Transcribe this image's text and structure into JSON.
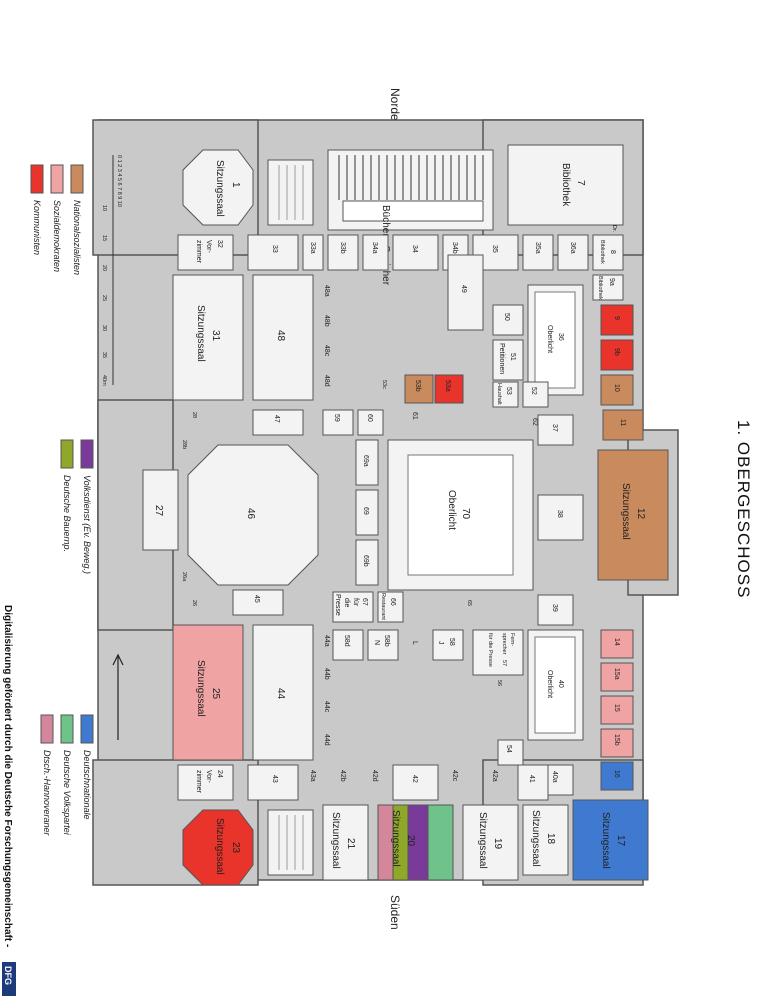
{
  "title": "1. OBERGESCHOSS",
  "compass": {
    "north": "Norden",
    "south": "Süden"
  },
  "credit": "Digitalisierung gefördert durch die Deutsche Forschungsgemeinschaft -",
  "credit_logo": "DFG",
  "scale": {
    "ticks": [
      "10",
      "15",
      "20",
      "25",
      "30",
      "35",
      "40m"
    ],
    "small_ticks": "0 1 2 3 4 5 6 7 8 9 10"
  },
  "legend": [
    {
      "label": "Nationalsozialisten",
      "color": "#c98a5e"
    },
    {
      "label": "Sozialdemokraten",
      "color": "#f0a3a3"
    },
    {
      "label": "Kommunisten",
      "color": "#e8342a"
    },
    {
      "label": "Volksdienst (Ev. Beweg.)",
      "color": "#7a3a9a"
    },
    {
      "label": "Deutsche Bauernp.",
      "color": "#8fa82a"
    },
    {
      "label": "Deutschnationale",
      "color": "#3f7ad0"
    },
    {
      "label": "Deutsche Volkspartei",
      "color": "#6fc28a"
    },
    {
      "label": "Dtsch.-Hannoveraner",
      "color": "#d4869a"
    }
  ],
  "rooms": {
    "r1": "1",
    "r1b": "Sitzungssaal",
    "r7": "7",
    "r7b": "Bibliothek",
    "books": "Bücher - Speicher",
    "r8": "8",
    "r8b": "Bibliothek",
    "r8c": "Dr.",
    "r9a": "9a",
    "r9ab": "Bibliothek",
    "r9": "9",
    "r9b": "9b",
    "r10": "10",
    "r11": "11",
    "r12": "12",
    "r12b": "Sitzungssaal",
    "r14": "14",
    "r15a": "15a",
    "r15": "15",
    "r15b": "15b",
    "r16": "16",
    "r17": "17",
    "r17b": "Sitzungssaal",
    "r18": "18",
    "r18b": "Sitzungssaal",
    "r19": "19",
    "r19b": "Sitzungssaal",
    "r20": "20",
    "r20b": "Sitzungssaal",
    "r21": "21",
    "r21b": "Sitzungssaal",
    "r23": "23",
    "r23b": "Sitzungssaal",
    "r24": "24",
    "r24b": "Vor-",
    "r24c": "zimmer",
    "r25": "25",
    "r25b": "Sitzungssaal",
    "r26": "26",
    "r26a": "26a",
    "r27": "27",
    "r28": "28",
    "r28b": "28b",
    "r31": "31",
    "r31b": "Sitzungssaal",
    "r32": "32",
    "r32b": "Vor-",
    "r32c": "zimmer",
    "r33": "33",
    "r33a": "33a",
    "r33b": "33b",
    "r34": "34",
    "r34a": "34a",
    "r34b": "34b",
    "r35": "35",
    "r35a": "35a",
    "r36": "36",
    "r36b": "Oberlicht",
    "r36a": "36a",
    "r37": "37",
    "r38": "38",
    "r39": "39",
    "r40": "40",
    "r40b": "Oberlicht",
    "r40a": "40a",
    "r41": "41",
    "r42": "42",
    "r42a": "42a",
    "r42b": "42b",
    "r42c": "42c",
    "r42d": "42d",
    "r43": "43",
    "r43a": "43a",
    "r44": "44",
    "r44a": "44a",
    "r44b": "44b",
    "r44c": "44c",
    "r44d": "44d",
    "r45": "45",
    "r46": "46",
    "r47": "47",
    "r48": "48",
    "r48a": "48a",
    "r48b": "48b",
    "r48c": "48c",
    "r48d": "48d",
    "r49": "49",
    "r50": "50",
    "r51": "51",
    "r51b": "Petitionen",
    "r52": "52",
    "r53": "53",
    "r53b": "Haushalt",
    "r53a": "53a",
    "r53bb": "53b",
    "r53c": "53c",
    "r54": "54",
    "r56": "56",
    "r57": "57",
    "r57b": "Fern-",
    "r57c": "sprecher",
    "r57d": "für die Presse",
    "r58": "58",
    "r58d": "58d",
    "r58b": "58b",
    "r58n": "N",
    "r58j": "J",
    "r58l": "L",
    "r59": "59",
    "r60": "60",
    "r61": "61",
    "r62": "62",
    "r65": "65",
    "r66": "66",
    "r66b": "Restaurant",
    "r67": "67",
    "r67b": "für",
    "r67c": "die",
    "r67d": "Presse",
    "r69": "69",
    "r69a": "69a",
    "r69b": "69b",
    "r70": "70",
    "r70b": "Oberlicht"
  }
}
